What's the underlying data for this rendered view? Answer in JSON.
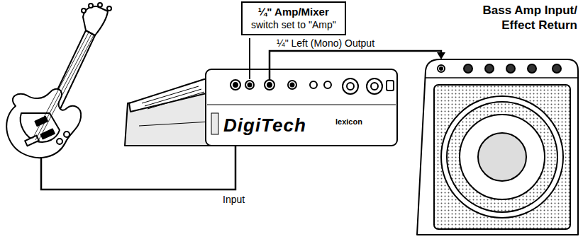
{
  "diagram": {
    "nodes": [
      {
        "text": [
          "¼\" Amp/Mixer",
          "switch set to \"Amp\""
        ]
      },
      {
        "text": [
          "DigiTech",
          "lexicon"
        ]
      },
      {
        "text": [
          "Bass Amp Input/ Effect Return"
        ]
      }
    ],
    "edges": [
      {
        "from": 1,
        "to": 2,
        "arrow": "to",
        "label": "¼\" Left (Mono) Output"
      }
    ],
    "labels": [
      "Input"
    ]
  }
}
